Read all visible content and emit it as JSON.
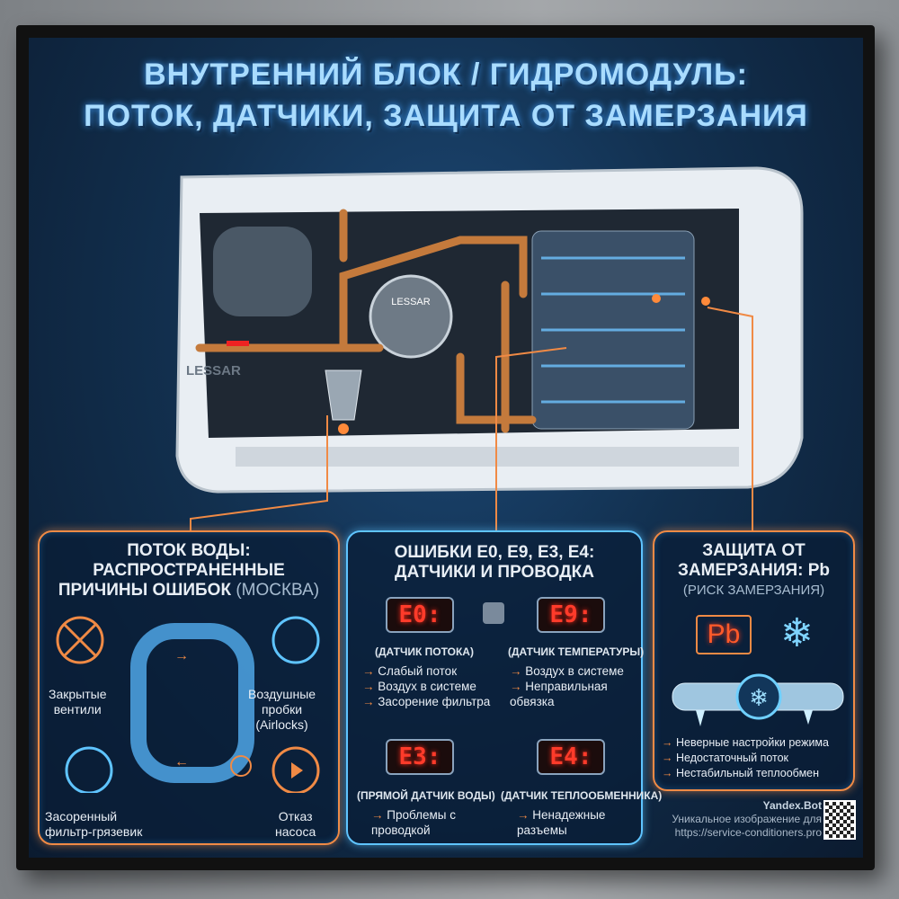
{
  "title": {
    "line1": "ВНУТРЕННИЙ БЛОК / ГИДРОМОДУЛЬ:",
    "line2": "ПОТОК, ДАТЧИКИ, ЗАЩИТА ОТ ЗАМЕРЗАНИЯ"
  },
  "unit": {
    "brand": "LESSAR",
    "pump_brand": "LESSAR"
  },
  "flow_panel": {
    "title1": "ПОТОК ВОДЫ:",
    "title2": "РАСПРОСТРАНЕННЫЕ",
    "title3": "ПРИЧИНЫ ОШИБОК",
    "title_note": "(МОСКВА)",
    "closed_valves": [
      "Закрытые",
      "вентили"
    ],
    "airlocks": [
      "Воздушные",
      "пробки",
      "(Airlocks)"
    ],
    "clogged_filter": [
      "Засоренный",
      "фильтр-грязевик"
    ],
    "pump_failure": [
      "Отказ",
      "насоса"
    ]
  },
  "errors_panel": {
    "title1": "ОШИБКИ E0, E9, E3, E4:",
    "title2": "ДАТЧИКИ И ПРОВОДКА",
    "e0": {
      "code": "E0:",
      "caption": "(ДАТЧИК ПОТОКА)",
      "causes": [
        "Слабый поток",
        "Воздух в системе",
        "Засорение фильтра"
      ]
    },
    "e9": {
      "code": "E9:",
      "caption": "(ДАТЧИК ТЕМПЕРАТУРЫ)",
      "causes": [
        "Воздух в системе",
        "Неправильная обвязка"
      ]
    },
    "e3": {
      "code": "E3:",
      "caption": "(ПРЯМОЙ ДАТЧИК ВОДЫ)",
      "causes": [
        "Проблемы с проводкой"
      ]
    },
    "e4": {
      "code": "E4:",
      "caption": "(ДАТЧИК ТЕПЛООБМЕННИКА)",
      "causes": [
        "Ненадежные разъемы"
      ]
    }
  },
  "freeze_panel": {
    "title1": "ЗАЩИТА ОТ",
    "title2": "ЗАМЕРЗАНИЯ: Pb",
    "subtitle": "(РИСК ЗАМЕРЗАНИЯ)",
    "code": "Pb",
    "causes": [
      "Неверные настройки режима",
      "Недостаточный поток",
      "Нестабильный теплообмен"
    ]
  },
  "watermark": {
    "line1": "Yandex.Bot",
    "line2": "Уникальное изображение для",
    "line3": "https://service-conditioners.pro"
  },
  "colors": {
    "accent_orange": "#f08a45",
    "accent_blue": "#5fc4ff",
    "error_red": "#ff3b2a",
    "title": "#a9dcff"
  }
}
